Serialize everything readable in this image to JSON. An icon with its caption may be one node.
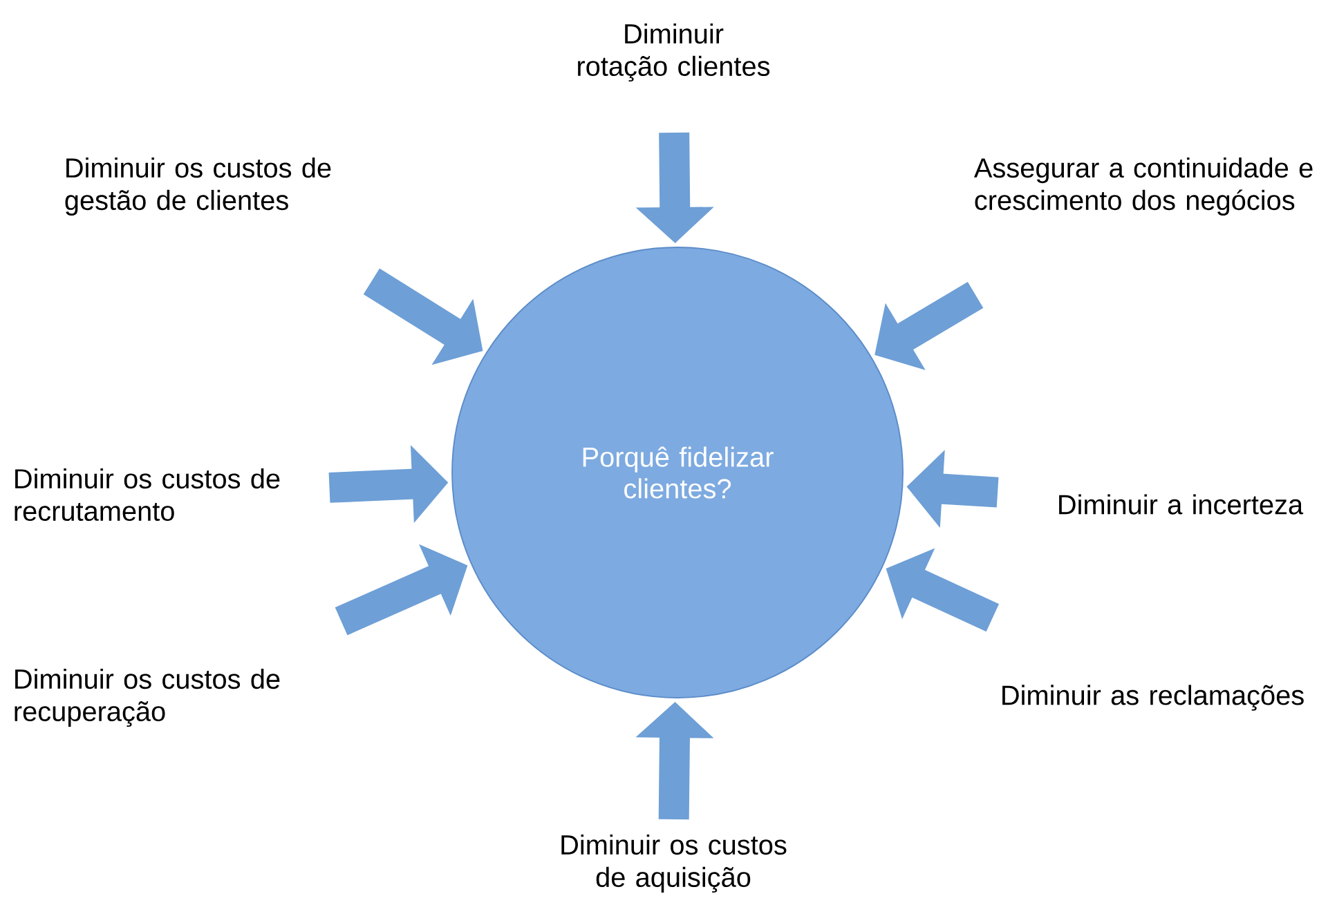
{
  "diagram": {
    "nodes": [
      {
        "text": [
          "Porquê fidelizar clientes?"
        ]
      },
      {
        "text": [
          "Diminuir rotação clientes"
        ]
      },
      {
        "text": [
          "Assegurar a continuidade e crescimento dos negócios"
        ]
      },
      {
        "text": [
          "Diminuir a incerteza"
        ]
      },
      {
        "text": [
          "Diminuir as reclamações"
        ]
      },
      {
        "text": [
          "Diminuir os custos de aquisição"
        ]
      },
      {
        "text": [
          "Diminuir os custos de recuperação"
        ]
      },
      {
        "text": [
          "Diminuir os custos de recrutamento"
        ]
      },
      {
        "text": [
          "Diminuir os custos de gestão de clientes"
        ]
      }
    ],
    "edges": [
      {
        "from": 1,
        "to": 0,
        "arrow": "to"
      },
      {
        "from": 2,
        "to": 0,
        "arrow": "to"
      },
      {
        "from": 3,
        "to": 0,
        "arrow": "to"
      },
      {
        "from": 4,
        "to": 0,
        "arrow": "to"
      },
      {
        "from": 5,
        "to": 0,
        "arrow": "to"
      },
      {
        "from": 6,
        "to": 0,
        "arrow": "to"
      },
      {
        "from": 7,
        "to": 0,
        "arrow": "to"
      },
      {
        "from": 8,
        "to": 0,
        "arrow": "to"
      }
    ]
  }
}
